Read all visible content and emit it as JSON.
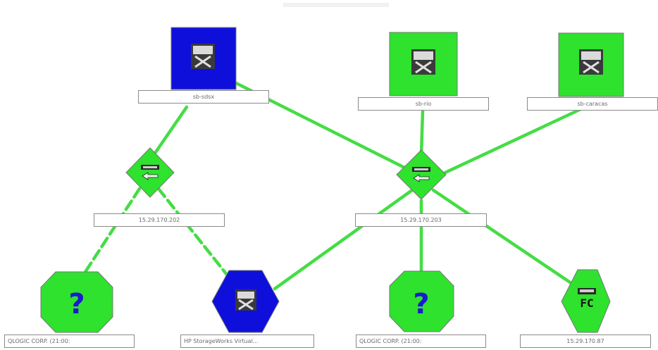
{
  "nodes": {
    "host_sdsx": {
      "label": "sb-sdsx",
      "status_color": "#0f0fdc",
      "icon": "host-icon"
    },
    "host_rio": {
      "label": "sb-rio",
      "status_color": "#2ee22e",
      "icon": "host-icon"
    },
    "host_caracas": {
      "label": "sb-caracas",
      "status_color": "#2ee22e",
      "icon": "host-icon"
    },
    "switch_left": {
      "label": "15.29.170.202",
      "status_color": "#2ee22e",
      "icon": "switch-icon"
    },
    "switch_right": {
      "label": "15.29.170.203",
      "status_color": "#2ee22e",
      "icon": "switch-icon"
    },
    "unknown_left": {
      "label": "QLOGIC CORP. (21:00:",
      "status_color": "#2ee22e",
      "icon": "question-icon"
    },
    "storage_virtual": {
      "label": "HP StorageWorks Virtual...",
      "status_color": "#0f0fdc",
      "icon": "storage-icon"
    },
    "unknown_right": {
      "label": "QLOGIC CORP. (21:00:",
      "status_color": "#2ee22e",
      "icon": "question-icon"
    },
    "fc_device": {
      "label": "15.29.170.87",
      "status_color": "#2ee22e",
      "icon": "fc-icon"
    }
  },
  "colors": {
    "link": "#44dd44",
    "node_border": "#9a9a9a"
  }
}
